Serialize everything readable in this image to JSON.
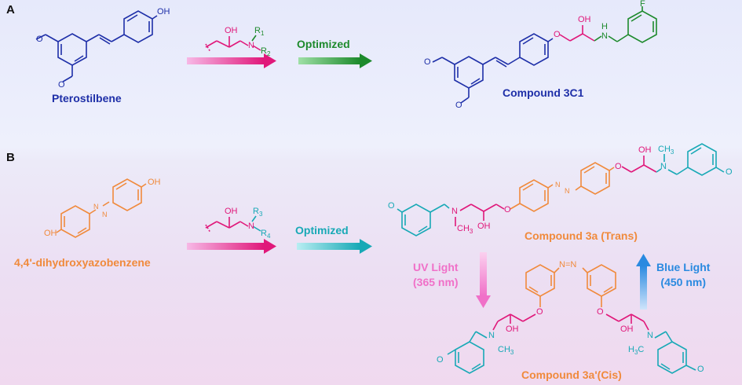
{
  "panels": {
    "a": "A",
    "b": "B"
  },
  "panel_a": {
    "start_name": "Pterostilbene",
    "optimized_label": "Optimized",
    "product_name": "Compound 3C1"
  },
  "panel_b": {
    "start_name": "4,4'-dihydroxyazobenzene",
    "optimized_label": "Optimized",
    "trans_name": "Compound 3a (Trans)",
    "cis_name": "Compound 3a'(Cis)",
    "uv_line1": "UV Light",
    "uv_line2": "(365 nm)",
    "blue_line1": "Blue Light",
    "blue_line2": "(450 nm)"
  },
  "atoms": {
    "oh": "OH",
    "o": "O",
    "n": "N",
    "h": "H",
    "f": "F",
    "r1": "R",
    "r1_sub": "1",
    "r2": "R",
    "r2_sub": "2",
    "r3": "R",
    "r3_sub": "3",
    "r4": "R",
    "r4_sub": "4",
    "ch3": "CH",
    "ch3_sub": "3",
    "h3c": "H",
    "h3c_sub": "3",
    "h3c_c": "C",
    "azo": "N=N"
  },
  "colors": {
    "blue": "#1e2fa8",
    "magenta": "#e0187a",
    "green": "#1d8a2c",
    "orange": "#f08a3c",
    "teal": "#18a9b6",
    "uv_pink": "#f070c8",
    "light_blue": "#2a8ae0"
  }
}
